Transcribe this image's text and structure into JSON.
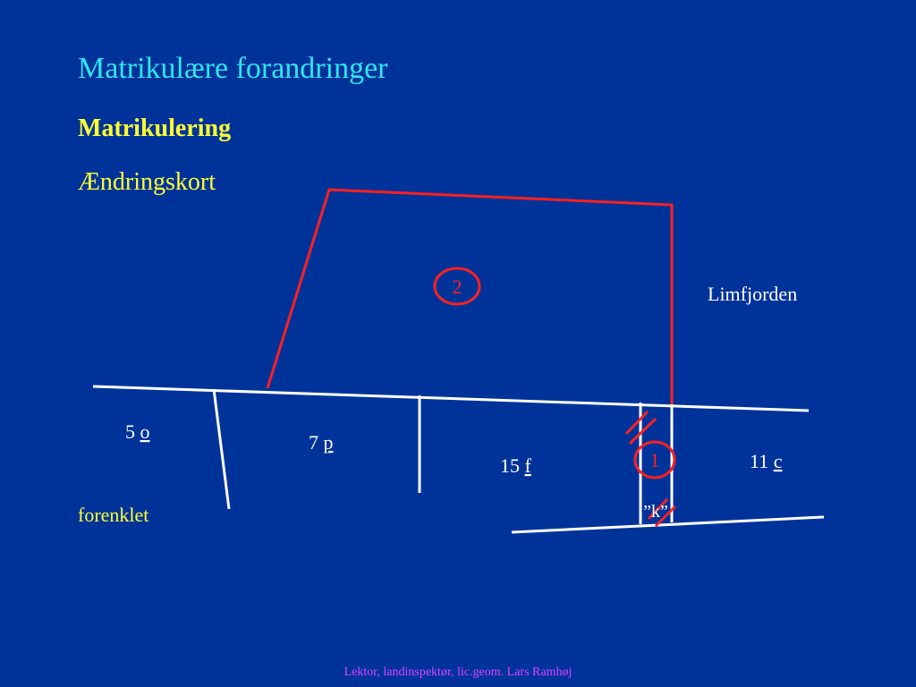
{
  "title": "Matrikulære forandringer",
  "subtitle": "Matrikulering",
  "map_kind": "Ændringskort",
  "note": "forenklet",
  "water_label": "Limfjorden",
  "parcels": [
    {
      "number": "5",
      "letter": "o"
    },
    {
      "number": "7",
      "letter": "p"
    },
    {
      "number": "15",
      "letter": "f"
    },
    {
      "number": "11",
      "letter": "c"
    }
  ],
  "new_parcels": {
    "one": "1",
    "two": "2"
  },
  "parcel_k_label": "”k”",
  "footer": "Lektor, landinspektør, lic.geom. Lars Ramhøj",
  "colors": {
    "background": "#00339a",
    "title": "#2ee6f0",
    "accent": "#ffff33",
    "boundary_new": "#ff2020",
    "line": "#ffffff",
    "footer": "#e040ff"
  }
}
